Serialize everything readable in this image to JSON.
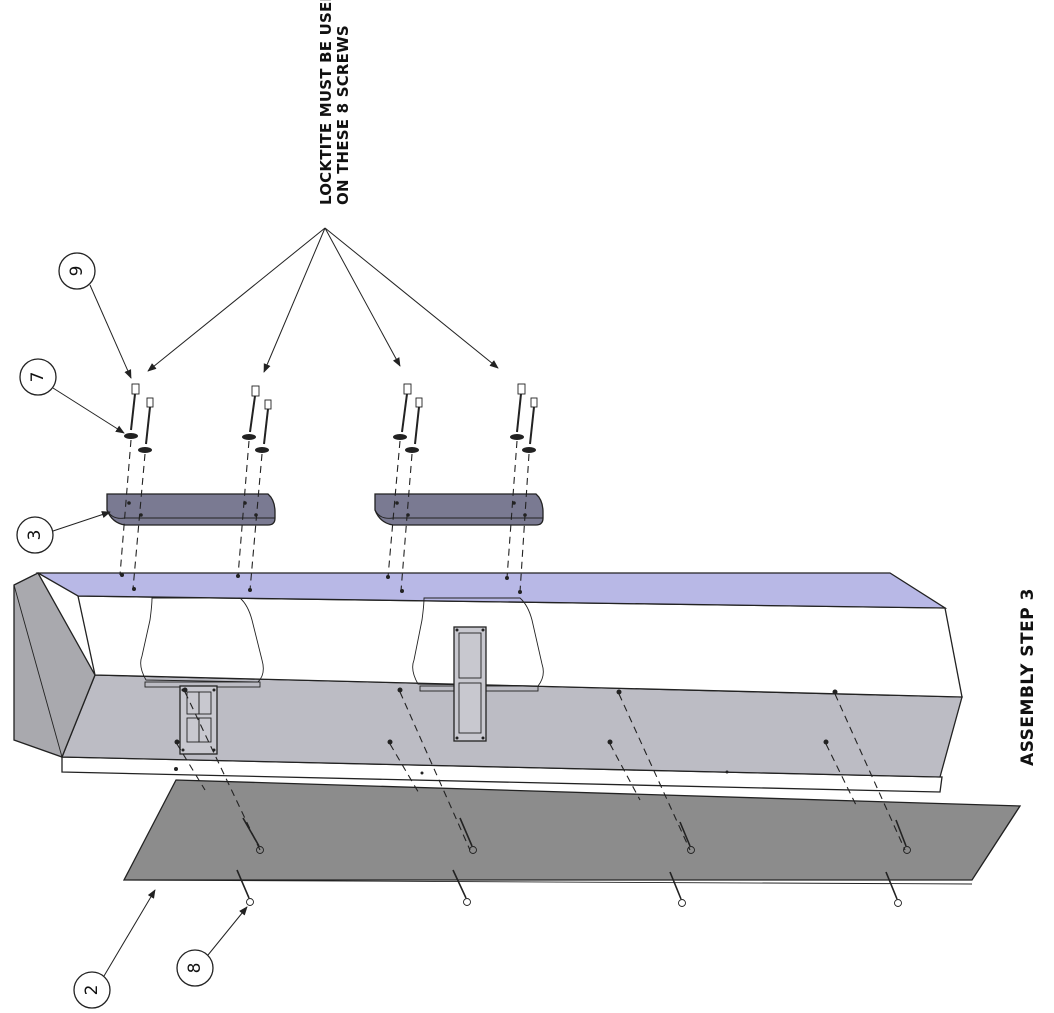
{
  "note": {
    "line1": "LOCKTITE MUST BE USED",
    "line2": "ON THESE 8 SCREWS"
  },
  "step_title": "ASSEMBLY STEP 3",
  "balloons": {
    "b2": "2",
    "b3": "3",
    "b7": "7",
    "b8": "8",
    "b9": "9"
  },
  "colors": {
    "top_face": "#b8b8e6",
    "front_face": "#bcbcc4",
    "end_face": "#a9a9ae",
    "cover_plate": "#8c8c8c",
    "bracket": "#7a7a92",
    "line": "#222222"
  }
}
